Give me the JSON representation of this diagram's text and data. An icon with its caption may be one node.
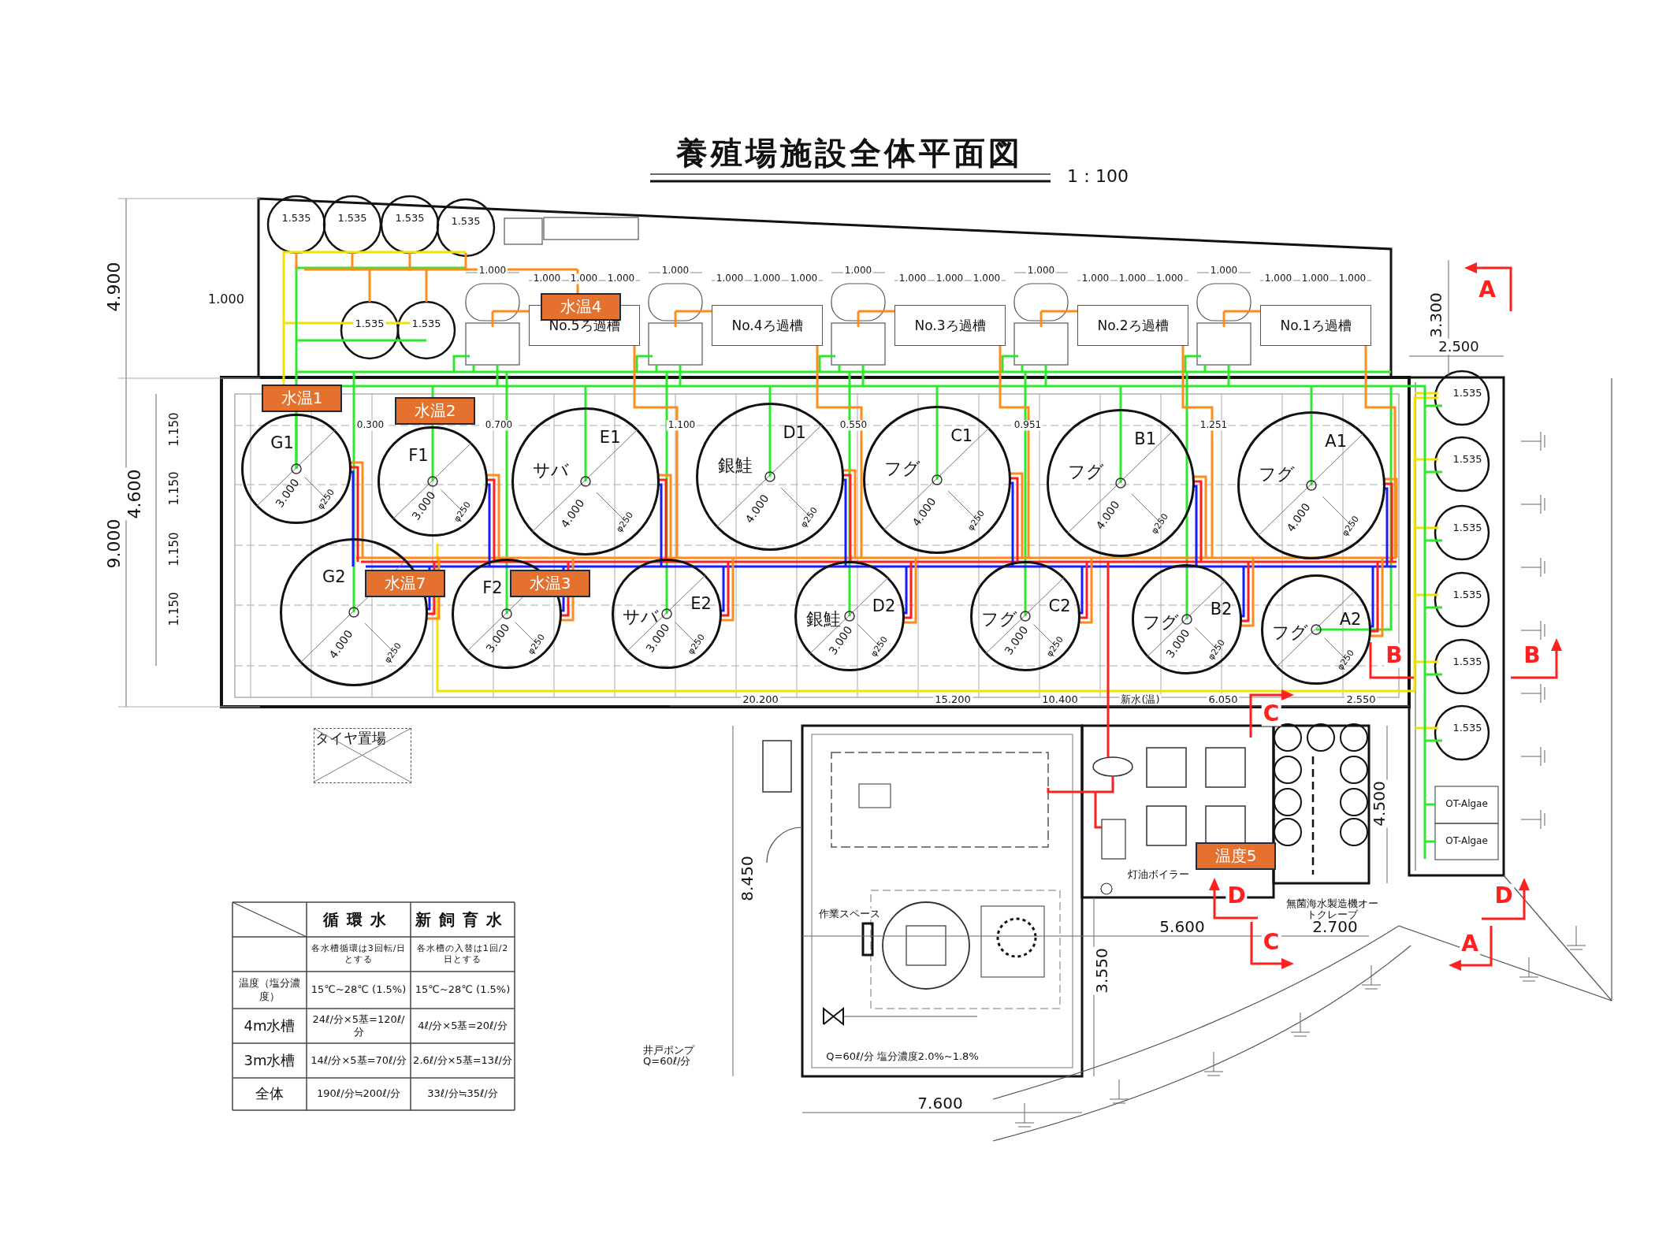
{
  "diagram": {
    "title": "養殖場施設全体平面図",
    "nodes": [
      {
        "text": [
          "G1",
          "3.000",
          "φ250"
        ]
      },
      {
        "text": [
          "F1",
          "3.000",
          "φ250"
        ]
      },
      {
        "text": [
          "E1",
          "サバ",
          "4.000",
          "φ250"
        ]
      },
      {
        "text": [
          "D1",
          "銀鮭",
          "4.000",
          "φ250"
        ]
      },
      {
        "text": [
          "C1",
          "フグ",
          "4.000",
          "φ250"
        ]
      },
      {
        "text": [
          "B1",
          "フグ",
          "4.000",
          "φ250"
        ]
      },
      {
        "text": [
          "A1",
          "フグ",
          "4.000",
          "φ250"
        ]
      },
      {
        "text": [
          "G2",
          "4.000",
          "φ250"
        ]
      },
      {
        "text": [
          "F2",
          "3.000",
          "φ250"
        ]
      },
      {
        "text": [
          "E2",
          "サバ",
          "3.000",
          "φ250"
        ]
      },
      {
        "text": [
          "D2",
          "銀鮭",
          "3.000",
          "φ250"
        ]
      },
      {
        "text": [
          "C2",
          "フグ",
          "3.000",
          "φ250"
        ]
      },
      {
        "text": [
          "B2",
          "フグ",
          "3.000",
          "φ250"
        ]
      },
      {
        "text": [
          "A2",
          "フグ",
          "φ250"
        ]
      },
      {
        "text": [
          "No.5ろ過槽"
        ]
      },
      {
        "text": [
          "No.4ろ過槽"
        ]
      },
      {
        "text": [
          "No.3ろ過槽"
        ]
      },
      {
        "text": [
          "No.2ろ過槽"
        ]
      },
      {
        "text": [
          "No.1ろ過槽"
        ]
      },
      {
        "text": [
          "水温4"
        ]
      },
      {
        "text": [
          "水温1"
        ]
      },
      {
        "text": [
          "水温2"
        ]
      },
      {
        "text": [
          "水温7"
        ]
      },
      {
        "text": [
          "水温3"
        ]
      },
      {
        "text": [
          "温度5"
        ]
      },
      {
        "text": [
          "タイヤ置場"
        ]
      }
    ],
    "labels": [
      "1：100",
      "4.900",
      "1.000",
      "9.000",
      "4.600",
      "1.150",
      "1.150",
      "1.150",
      "1.150",
      "1.000",
      "1.000",
      "1.000",
      "1.000",
      "1.000",
      "1.000",
      "1.000",
      "1.000",
      "1.000",
      "1.000",
      "1.000",
      "1.000",
      "1.000",
      "1.000",
      "1.000",
      "1.000",
      "1.000",
      "1.000",
      "1.000",
      "1.000",
      "3.300",
      "2.500",
      "0.300",
      "0.700",
      "1.100",
      "0.550",
      "0.951",
      "1.251",
      "1.535",
      "1.535",
      "1.535",
      "1.535",
      "1.535",
      "1.535",
      "1.535",
      "1.535",
      "1.535",
      "1.535",
      "1.535",
      "1.535",
      "20.200",
      "15.200",
      "10.400",
      "新水(温)",
      "6.050",
      "2.550",
      "8.450",
      "5.600",
      "2.700",
      "3.550",
      "7.600",
      "4.500",
      "OT-Algae",
      "OT-Algae",
      "灯油ボイラー",
      "無菌海水製造機オートクレーブ",
      "作業スペース",
      "井戸ポンプ Q=60ℓ/分",
      "Q=60ℓ/分 塩分濃度2.0%~1.8%",
      "A",
      "A",
      "B",
      "B",
      "C",
      "C",
      "D",
      "D",
      "循環水",
      "新飼育水",
      "各水槽循環は3回転/日とする",
      "各水槽の入替は1回/2日とする",
      "温度（塩分濃度）",
      "15℃~28℃ (1.5%)",
      "15℃~28℃ (1.5%)",
      "4m水槽",
      "24ℓ/分×5基=120ℓ/分",
      "4ℓ/分×5基=20ℓ/分",
      "3m水槽",
      "14ℓ/分×5基=70ℓ/分",
      "2.6ℓ/分×5基=13ℓ/分",
      "全体",
      "190ℓ/分≒200ℓ/分",
      "33ℓ/分≒35ℓ/分"
    ]
  }
}
